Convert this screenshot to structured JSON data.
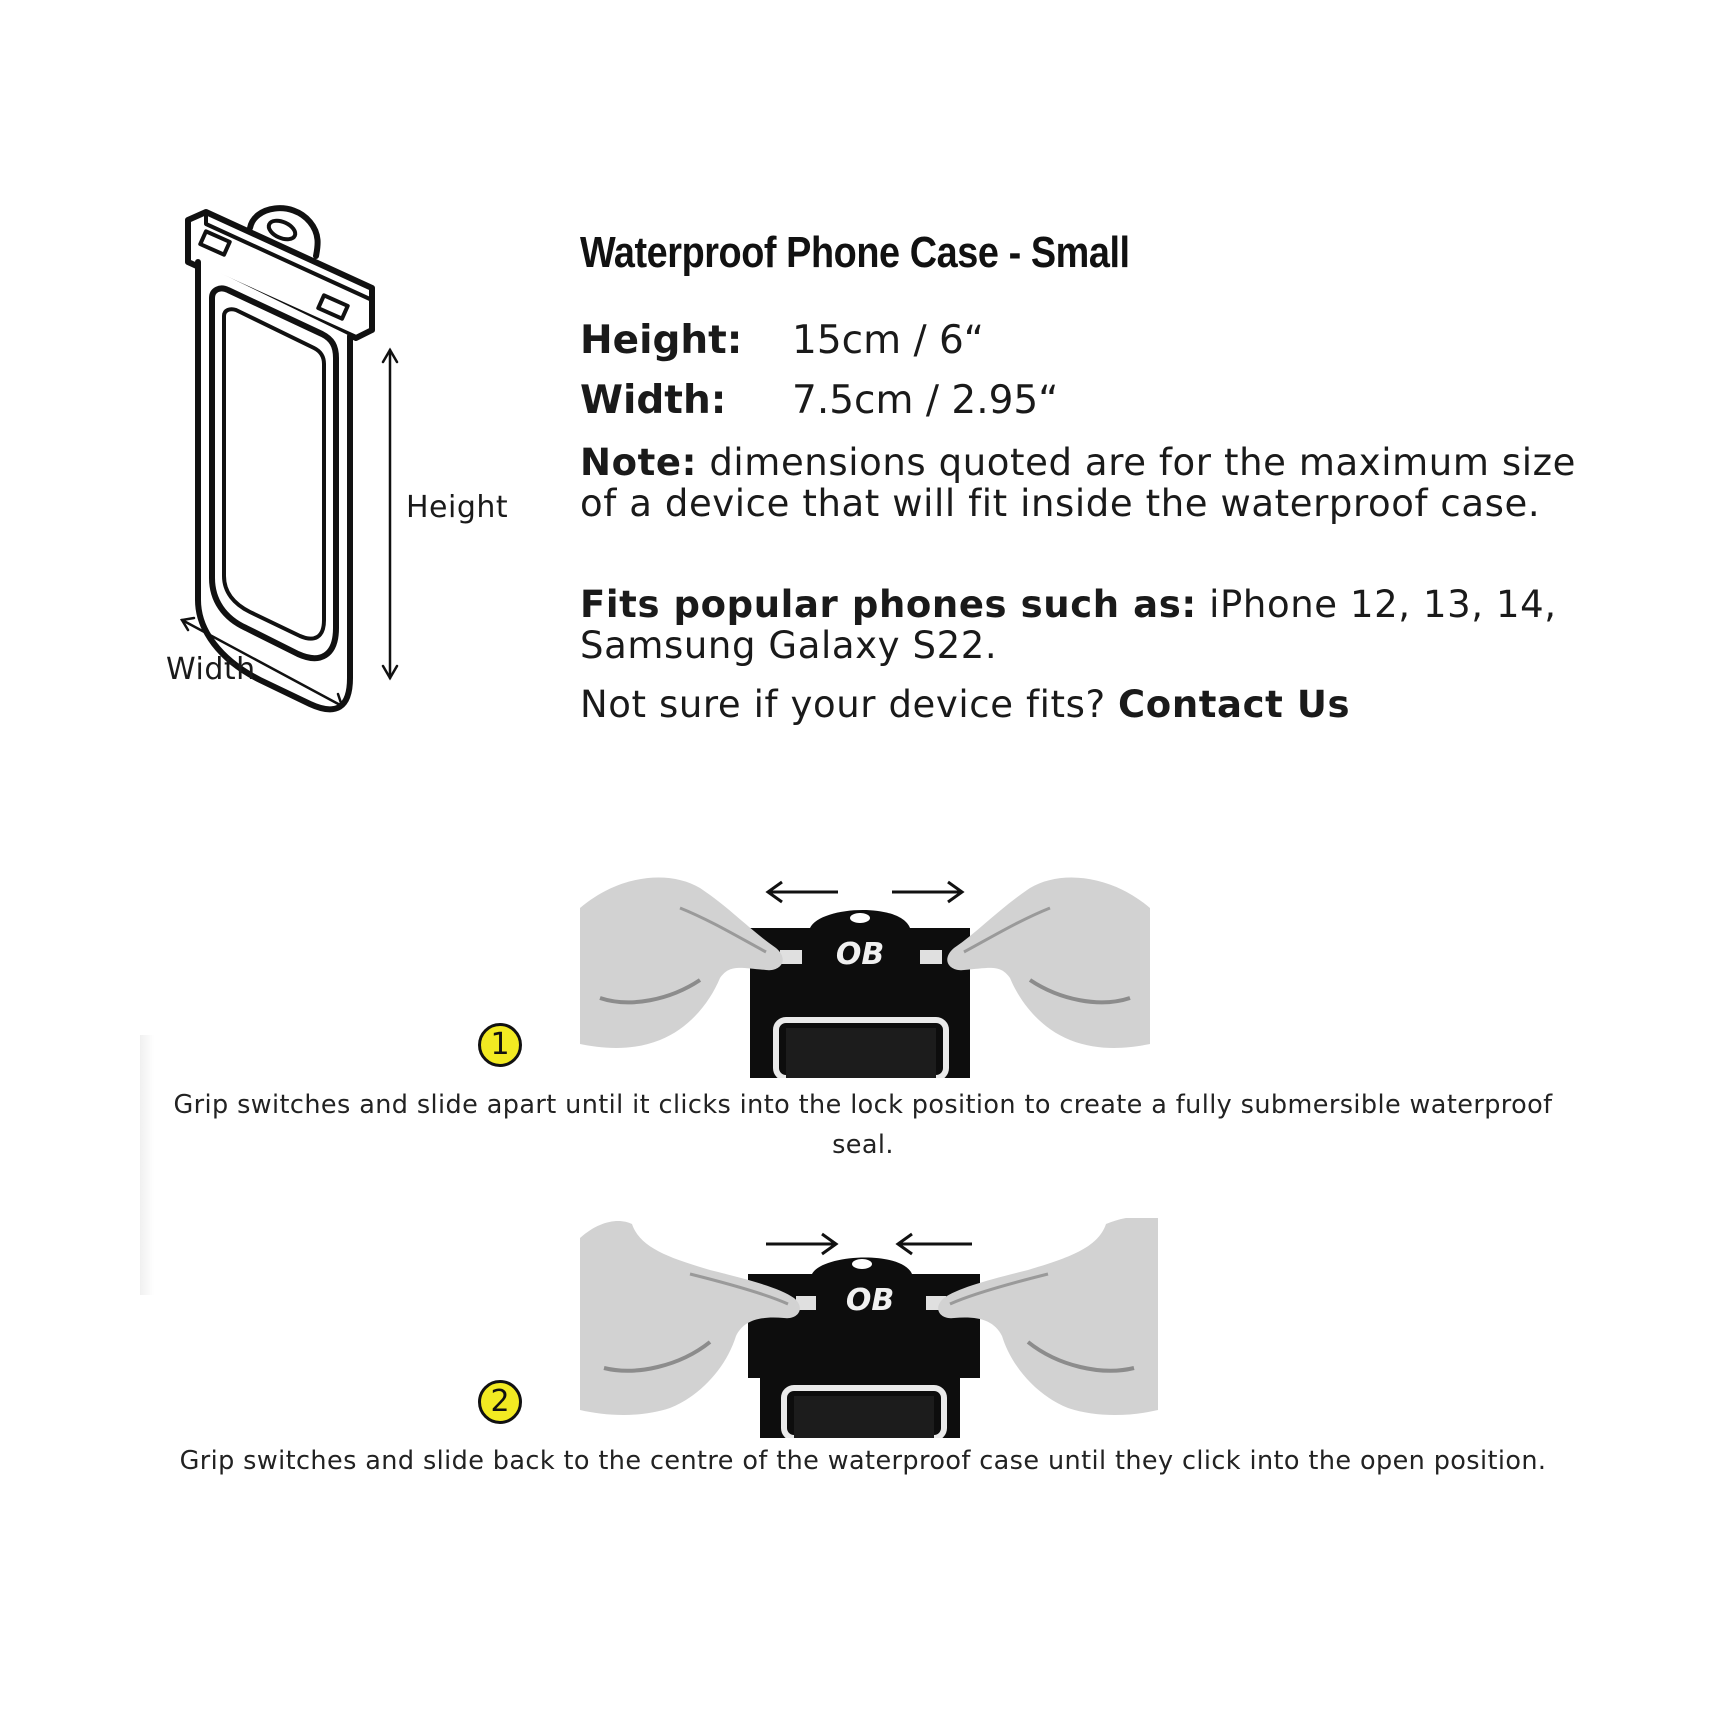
{
  "diagram": {
    "height_label": "Height",
    "width_label": "Width"
  },
  "specs": {
    "title": "Waterproof Phone Case - Small",
    "height_key": "Height:",
    "height_value": "15cm / 6“",
    "width_key": "Width:",
    "width_value": "7.5cm / 2.95“",
    "note_key": "Note:",
    "note_text": " dimensions quoted are for the maximum size of a device that will fit inside the waterproof case.",
    "fits_key": "Fits popular phones such as:",
    "fits_text": " iPhone 12, 13, 14, Samsung Galaxy S22.",
    "unsure_text": "Not sure if your device fits? ",
    "contact_link": "Contact Us"
  },
  "steps": [
    {
      "number": "1",
      "logo": "OB",
      "arrows": "apart",
      "caption": "Grip switches and slide apart until it clicks into the lock position to create a fully submersible waterproof seal."
    },
    {
      "number": "2",
      "logo": "OB",
      "arrows": "together",
      "caption": "Grip switches and slide back to the centre of the waterproof case until they click into the open position."
    }
  ],
  "colors": {
    "step_badge": "#f2ea22",
    "ink": "#111111",
    "hand_light": "#d8d8d8",
    "hand_shadow": "#8c8c8c",
    "case_black": "#0d0d0d"
  }
}
